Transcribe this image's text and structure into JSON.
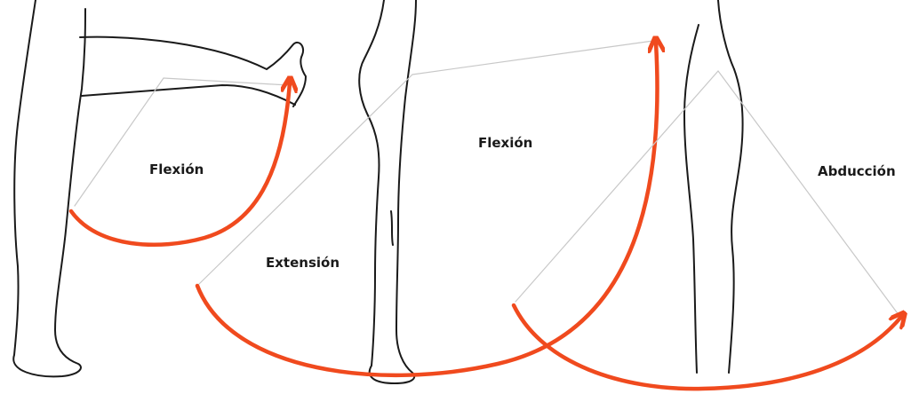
{
  "labels": {
    "knee_flexion": "Flexión",
    "hip_flexion": "Flexión",
    "hip_extension": "Extensión",
    "hip_abduction": "Abducción"
  },
  "colors": {
    "outline": "#1a1a1a",
    "guide": "#c8c8c8",
    "arrow": "#f04a1e"
  }
}
